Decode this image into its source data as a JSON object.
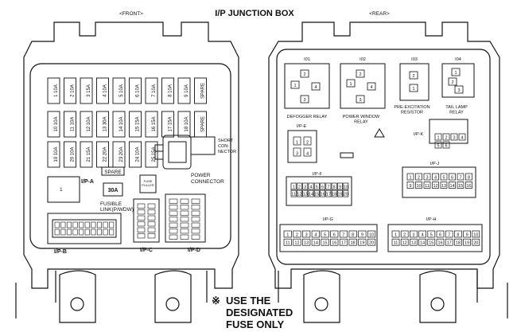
{
  "title": "I/P JUNCTION BOX",
  "front_label": "<FRONT>",
  "rear_label": "<REAR>",
  "fuse_rows": [
    [
      "1 10A",
      "2 10A",
      "3 15A",
      "4 10A",
      "5 10A",
      "6 10A",
      "7 10A",
      "8 10A",
      "9 10A",
      "SPARE"
    ],
    [
      "10 10A",
      "11 10A",
      "12 10A",
      "13 30A",
      "14 10A",
      "15 15A",
      "16 15A",
      "17 15A",
      "18 10A",
      "SPARE"
    ],
    [
      "19 10A",
      "20 10A",
      "21 15A",
      "22 20A",
      "23 20A",
      "24 10A",
      "25 15A"
    ]
  ],
  "front_labels": {
    "short_connector": "SHORT\nCON-\nNECTOR",
    "power_connector": "POWER\nCONNECTOR",
    "spare": "SPARE",
    "ipa_num": "1",
    "ipa": "I/P-A",
    "link_30a": "30A",
    "fuse_puller": "FUSE\nPULLER",
    "fusible_link": "FUSIBLE\nLINK(P/WDW)",
    "ipb": "I/P-B",
    "ipc": "I/P-C",
    "ipd": "I/P-D"
  },
  "relays": [
    {
      "id": "I01",
      "name": "DEFOGGER RELAY"
    },
    {
      "id": "I02",
      "name": "POWER WINDOW\nRELAY"
    },
    {
      "id": "I03",
      "name": "PRE-EXCITATION\nRESISTOR"
    },
    {
      "id": "I04",
      "name": "TAIL LAMP\nRELAY"
    }
  ],
  "relay_pins": {
    "I01": [
      "2",
      "1",
      "4",
      "3"
    ],
    "I02": [
      "2",
      "1",
      "4",
      "3"
    ],
    "I03": [
      "2",
      "1"
    ],
    "I04": [
      "1",
      "2",
      "3"
    ]
  },
  "rear_connectors": {
    "ipe": "I/P-E",
    "ipe_pins": [
      "1",
      "2",
      "3",
      "4"
    ],
    "ipk": "I/P-K",
    "ipk_pins": [
      "1",
      "2",
      "3",
      "4",
      "5",
      "6"
    ],
    "ipj": "I/P-J",
    "ipj_pins": [
      "1",
      "2",
      "3",
      "4",
      "5",
      "6",
      "7",
      "8",
      "9",
      "10",
      "11",
      "12",
      "13",
      "14",
      "15",
      "16"
    ],
    "ipf": "I/P-F",
    "ipf_pins": [
      "1",
      "2",
      "3",
      "4",
      "5",
      "6",
      "7",
      "8",
      "9",
      "10",
      "11",
      "12",
      "13",
      "14",
      "15",
      "16",
      "17",
      "18",
      "19",
      "20"
    ],
    "ipg": "I/P-G",
    "ipg_pins": [
      "1",
      "2",
      "3",
      "4",
      "5",
      "6",
      "7",
      "8",
      "9",
      "10",
      "11",
      "12",
      "13",
      "14",
      "15",
      "16",
      "17",
      "18",
      "19",
      "20"
    ],
    "iph": "I/P-H",
    "iph_pins": [
      "1",
      "2",
      "3",
      "4",
      "5",
      "6",
      "7",
      "8",
      "9",
      "10",
      "11",
      "12",
      "13",
      "14",
      "15",
      "16",
      "17",
      "18",
      "19",
      "20"
    ]
  },
  "note_mark": "※",
  "note_lines": [
    "USE THE",
    "DESIGNATED",
    "FUSE ONLY"
  ]
}
